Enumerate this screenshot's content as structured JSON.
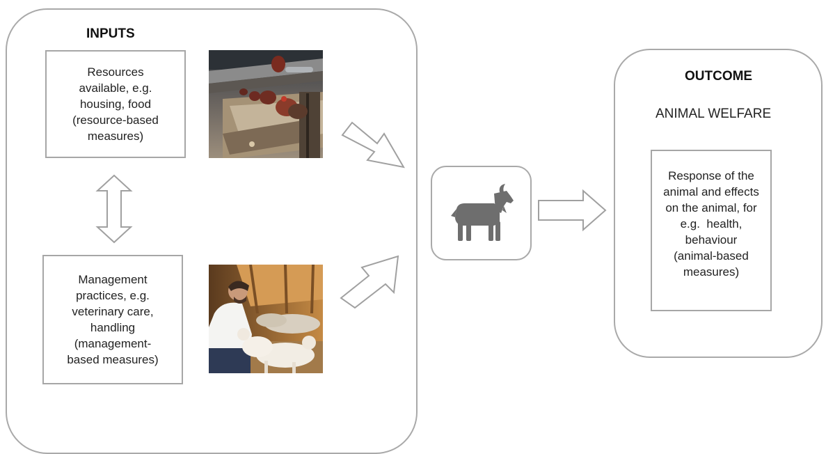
{
  "inputs": {
    "heading": "INPUTS",
    "resources_lines": [
      "Resources",
      "available, e.g.",
      "housing, food",
      "(resource-based",
      "measures)"
    ],
    "management_lines": [
      "Management",
      "practices, e.g.",
      "veterinary care,",
      "handling",
      "(management-",
      "based measures)"
    ],
    "photo_top": "chickens-in-cages-photo",
    "photo_bottom": "veterinarian-with-lambs-photo"
  },
  "center": {
    "icon": "goat-icon"
  },
  "outcome": {
    "heading": "OUTCOME",
    "subheading": "ANIMAL WELFARE",
    "response_lines": [
      "Response of the",
      "animal and effects",
      "on the animal, for",
      "e.g.  health,",
      "behaviour",
      "(animal-based",
      "measures)"
    ]
  },
  "colors": {
    "border": "#a9a9a9",
    "icon": "#6e6e6e",
    "arrow_stroke": "#a0a0a0"
  }
}
